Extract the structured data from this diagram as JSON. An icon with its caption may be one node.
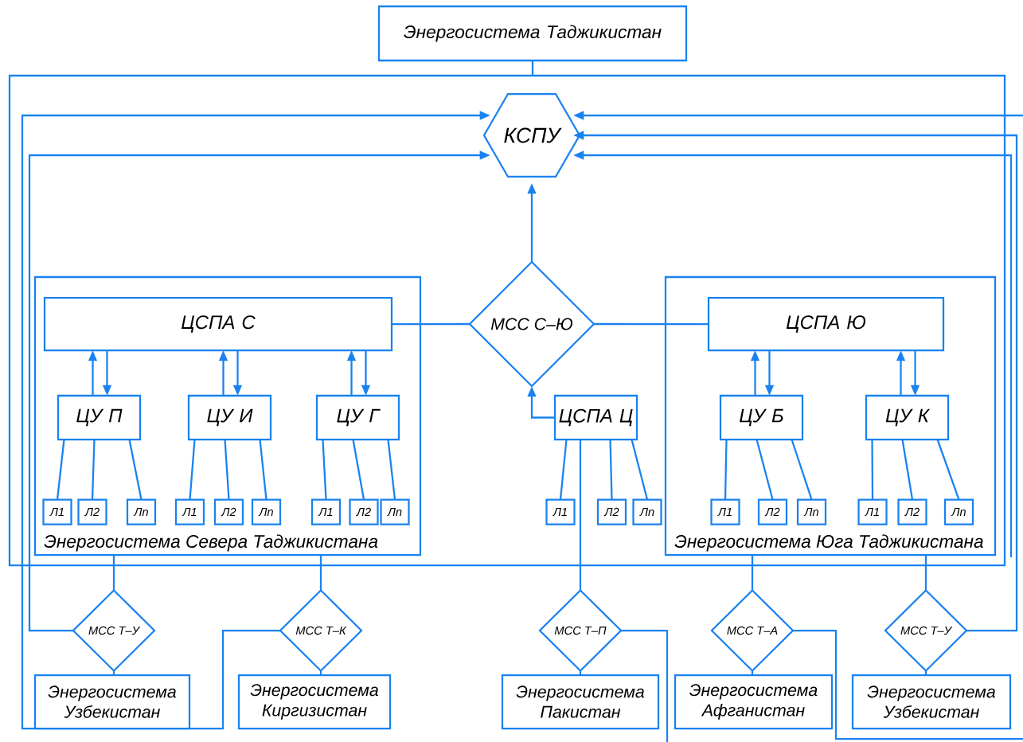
{
  "diagram": {
    "nodes": [
      {
        "text": [
          "Энергосистема Таджикистан"
        ]
      },
      {
        "text": [
          "КСПУ"
        ]
      },
      {
        "text": [
          "Энергосистема Севера Таджикистана"
        ]
      },
      {
        "text": [
          "ЦСПА С"
        ],
        "in": 2
      },
      {
        "text": [
          "ЦУ П"
        ],
        "in": 2
      },
      {
        "text": [
          "Л1"
        ],
        "in": 2
      },
      {
        "text": [
          "Л2"
        ],
        "in": 2
      },
      {
        "text": [
          "Лn"
        ],
        "in": 2
      },
      {
        "text": [
          "ЦУ И"
        ],
        "in": 2
      },
      {
        "text": [
          "Л1"
        ],
        "in": 2
      },
      {
        "text": [
          "Л2"
        ],
        "in": 2
      },
      {
        "text": [
          "Лn"
        ],
        "in": 2
      },
      {
        "text": [
          "ЦУ Г"
        ],
        "in": 2
      },
      {
        "text": [
          "Л1"
        ],
        "in": 2
      },
      {
        "text": [
          "Л2"
        ],
        "in": 2
      },
      {
        "text": [
          "Лn"
        ],
        "in": 2
      },
      {
        "text": [
          "МСС С–Ю"
        ]
      },
      {
        "text": [
          "ЦСПА Ц"
        ]
      },
      {
        "text": [
          "Л1"
        ]
      },
      {
        "text": [
          "Л2"
        ]
      },
      {
        "text": [
          "Лn"
        ]
      },
      {
        "text": [
          "Энергосистема Юга Таджикистана"
        ]
      },
      {
        "text": [
          "ЦСПА Ю"
        ],
        "in": 21
      },
      {
        "text": [
          "ЦУ Б"
        ],
        "in": 21
      },
      {
        "text": [
          "Л1"
        ],
        "in": 21
      },
      {
        "text": [
          "Л2"
        ],
        "in": 21
      },
      {
        "text": [
          "Лn"
        ],
        "in": 21
      },
      {
        "text": [
          "ЦУ К"
        ],
        "in": 21
      },
      {
        "text": [
          "Л1"
        ],
        "in": 21
      },
      {
        "text": [
          "Л2"
        ],
        "in": 21
      },
      {
        "text": [
          "Лn"
        ],
        "in": 21
      },
      {
        "text": [
          "МСС Т–У"
        ]
      },
      {
        "text": [
          "Энергосистема Узбекистан"
        ]
      },
      {
        "text": [
          "МСС Т–К"
        ]
      },
      {
        "text": [
          "Энергосистема Киргизистан"
        ]
      },
      {
        "text": [
          "МСС Т–П"
        ]
      },
      {
        "text": [
          "Энергосистема Пакистан"
        ]
      },
      {
        "text": [
          "МСС Т–А"
        ]
      },
      {
        "text": [
          "Энергосистема Афганистан"
        ]
      },
      {
        "text": [
          "МСС Т–У"
        ]
      },
      {
        "text": [
          "Энергосистема Узбекистан"
        ]
      }
    ],
    "edges": [
      {
        "from": 0,
        "to": null,
        "arrow": "none"
      },
      {
        "from": 33,
        "to": 1,
        "arrow": "to"
      },
      {
        "from": 31,
        "to": 1,
        "arrow": "to"
      },
      {
        "from": null,
        "to": 1,
        "arrow": "to"
      },
      {
        "from": 39,
        "to": 1,
        "arrow": "to"
      },
      {
        "from": null,
        "to": 1,
        "arrow": "to"
      },
      {
        "from": 16,
        "to": 1,
        "arrow": "to"
      },
      {
        "from": 3,
        "to": 16,
        "arrow": "none"
      },
      {
        "from": 16,
        "to": 22,
        "arrow": "none"
      },
      {
        "from": 17,
        "to": 16,
        "arrow": "to"
      },
      {
        "from": 4,
        "to": 3,
        "arrow": "to"
      },
      {
        "from": 3,
        "to": 4,
        "arrow": "to"
      },
      {
        "from": 8,
        "to": 3,
        "arrow": "to"
      },
      {
        "from": 3,
        "to": 8,
        "arrow": "to"
      },
      {
        "from": 12,
        "to": 3,
        "arrow": "to"
      },
      {
        "from": 3,
        "to": 12,
        "arrow": "to"
      },
      {
        "from": 23,
        "to": 22,
        "arrow": "to"
      },
      {
        "from": 22,
        "to": 23,
        "arrow": "to"
      },
      {
        "from": 27,
        "to": 22,
        "arrow": "to"
      },
      {
        "from": 22,
        "to": 27,
        "arrow": "to"
      },
      {
        "from": 4,
        "to": 5,
        "arrow": "none"
      },
      {
        "from": 4,
        "to": 6,
        "arrow": "none"
      },
      {
        "from": 4,
        "to": 7,
        "arrow": "none"
      },
      {
        "from": 8,
        "to": 9,
        "arrow": "none"
      },
      {
        "from": 8,
        "to": 10,
        "arrow": "none"
      },
      {
        "from": 8,
        "to": 11,
        "arrow": "none"
      },
      {
        "from": 12,
        "to": 13,
        "arrow": "none"
      },
      {
        "from": 12,
        "to": 14,
        "arrow": "none"
      },
      {
        "from": 12,
        "to": 15,
        "arrow": "none"
      },
      {
        "from": 17,
        "to": 18,
        "arrow": "none"
      },
      {
        "from": 17,
        "to": 19,
        "arrow": "none"
      },
      {
        "from": 17,
        "to": 20,
        "arrow": "none"
      },
      {
        "from": 23,
        "to": 24,
        "arrow": "none"
      },
      {
        "from": 23,
        "to": 25,
        "arrow": "none"
      },
      {
        "from": 23,
        "to": 26,
        "arrow": "none"
      },
      {
        "from": 27,
        "to": 28,
        "arrow": "none"
      },
      {
        "from": 27,
        "to": 29,
        "arrow": "none"
      },
      {
        "from": 27,
        "to": 30,
        "arrow": "none"
      },
      {
        "from": 2,
        "to": 31,
        "arrow": "none"
      },
      {
        "from": 2,
        "to": 33,
        "arrow": "none"
      },
      {
        "from": 17,
        "to": 35,
        "arrow": "none"
      },
      {
        "from": 21,
        "to": 37,
        "arrow": "none"
      },
      {
        "from": 21,
        "to": 39,
        "arrow": "none"
      },
      {
        "from": 31,
        "to": 32,
        "arrow": "none"
      },
      {
        "from": 33,
        "to": 34,
        "arrow": "none"
      },
      {
        "from": 35,
        "to": 36,
        "arrow": "none"
      },
      {
        "from": 37,
        "to": 38,
        "arrow": "none"
      },
      {
        "from": 39,
        "to": 40,
        "arrow": "none"
      },
      {
        "from": 35,
        "to": null,
        "arrow": "none"
      },
      {
        "from": 37,
        "to": null,
        "arrow": "none"
      }
    ]
  }
}
